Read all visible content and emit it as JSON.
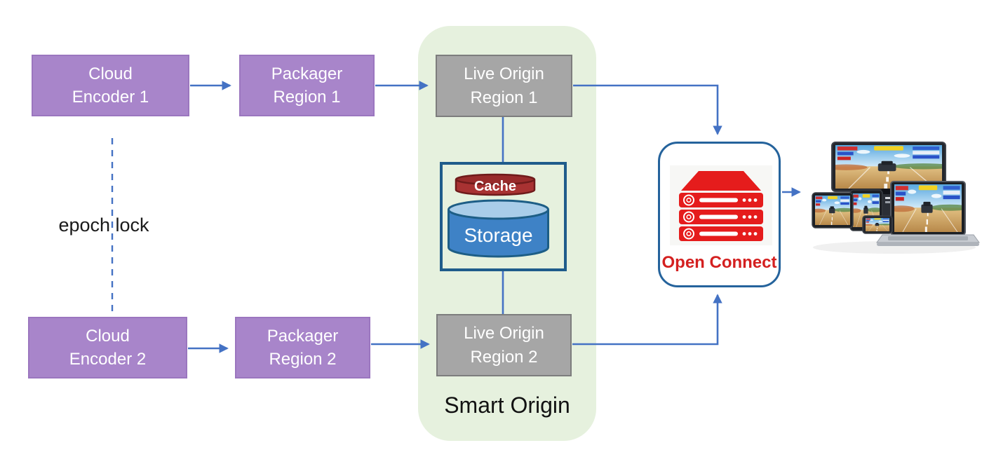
{
  "title": "Smart Origin live streaming architecture diagram",
  "colors": {
    "node_purple": "#a885ca",
    "node_purple_border": "#9b76bf",
    "node_gray": "#a6a6a6",
    "node_gray_border": "#7d7d7d",
    "container_green": "#e6f1de",
    "arrow_blue": "#4472c4",
    "frame_dark_blue": "#1f5c8b",
    "cache_red": "#a83232",
    "cache_red_dark": "#6f1b1b",
    "storage_blue": "#3e82c6",
    "storage_blue_top": "#a9cde9",
    "storage_blue_border": "#1d5e86",
    "open_connect_red": "#d42020",
    "server_icon_red": "#e51c1c",
    "text_white": "#ffffff",
    "text_black": "#1a1a1a"
  },
  "nodes": {
    "cloud_encoder_1": {
      "label": "Cloud\nEncoder 1",
      "type": "encoder"
    },
    "packager_region_1": {
      "label": "Packager\nRegion 1",
      "type": "packager"
    },
    "live_origin_region_1": {
      "label": "Live Origin\nRegion 1",
      "type": "origin"
    },
    "cloud_encoder_2": {
      "label": "Cloud\nEncoder 2",
      "type": "encoder"
    },
    "packager_region_2": {
      "label": "Packager\nRegion 2",
      "type": "packager"
    },
    "live_origin_region_2": {
      "label": "Live Origin\nRegion 2",
      "type": "origin"
    },
    "cache": {
      "label": "Cache",
      "shape": "cylinder",
      "color": "red"
    },
    "storage": {
      "label": "Storage",
      "shape": "cylinder",
      "color": "blue"
    },
    "open_connect": {
      "label": "Open Connect",
      "icon": "server-stack-icon"
    },
    "client_devices": {
      "icon": "multi-device-icon",
      "description": "TV, tablets, phone and laptop playing video"
    }
  },
  "labels": {
    "smart_origin": "Smart Origin",
    "epoch_lock": "epoch lock"
  },
  "edges": [
    {
      "from": "cloud_encoder_1",
      "to": "packager_region_1",
      "style": "arrow"
    },
    {
      "from": "packager_region_1",
      "to": "live_origin_region_1",
      "style": "arrow"
    },
    {
      "from": "live_origin_region_1",
      "to": "open_connect",
      "style": "arrow"
    },
    {
      "from": "cloud_encoder_2",
      "to": "packager_region_2",
      "style": "arrow"
    },
    {
      "from": "packager_region_2",
      "to": "live_origin_region_2",
      "style": "arrow"
    },
    {
      "from": "live_origin_region_2",
      "to": "open_connect",
      "style": "arrow"
    },
    {
      "from": "live_origin_region_1",
      "to": "cache_storage_box",
      "style": "line"
    },
    {
      "from": "cache_storage_box",
      "to": "live_origin_region_2",
      "style": "line"
    },
    {
      "from": "open_connect",
      "to": "client_devices",
      "style": "arrow"
    },
    {
      "from": "cloud_encoder_1",
      "to": "cloud_encoder_2",
      "style": "dashed",
      "label": "epoch lock"
    }
  ]
}
